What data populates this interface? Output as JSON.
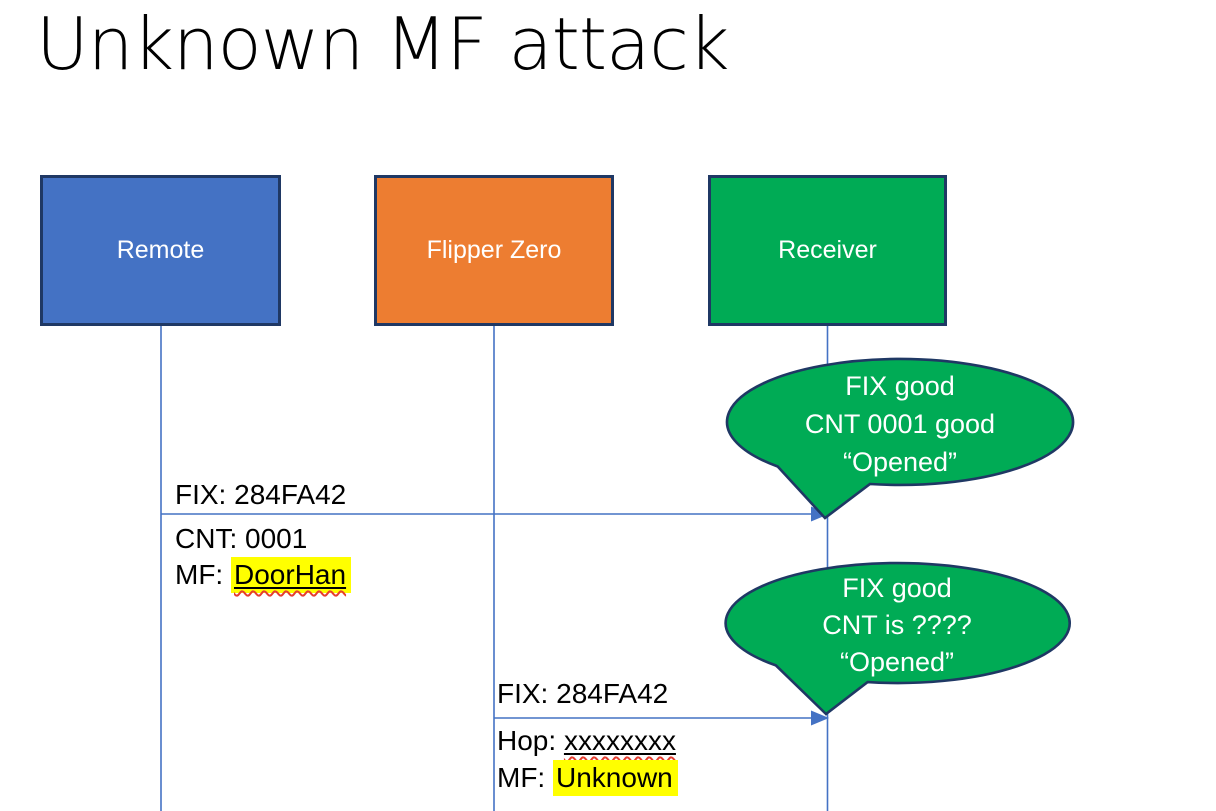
{
  "slide": {
    "title": "Unknown MF attack"
  },
  "actors": [
    {
      "label": "Remote",
      "fill": "#4472C4"
    },
    {
      "label": "Flipper Zero",
      "fill": "#ED7D31"
    },
    {
      "label": "Receiver",
      "fill": "#00AB55"
    }
  ],
  "messages": [
    {
      "from": "Remote",
      "to": "Receiver",
      "line1": "FIX: 284FA42",
      "line2": "CNT: 0001",
      "line3_prefix": "MF: ",
      "line3_value": "DoorHan"
    },
    {
      "from": "Flipper Zero",
      "to": "Receiver",
      "line1": "FIX: 284FA42",
      "line2_prefix": "Hop: ",
      "line2_value": "xxxxxxxx",
      "line3_prefix": "MF: ",
      "line3_value": "Unknown"
    }
  ],
  "callouts": [
    {
      "line1": "FIX good",
      "line2": "CNT 0001 good",
      "line3": "“Opened”"
    },
    {
      "line1": "FIX good",
      "line2": "CNT is ????",
      "line3": "“Opened”"
    }
  ],
  "colors": {
    "actor_border": "#1F3864",
    "connector_blue": "#4472C4",
    "callout_fill": "#00AB55",
    "highlight_yellow": "#FFFF00",
    "spellcheck_red": "#E53E30"
  }
}
